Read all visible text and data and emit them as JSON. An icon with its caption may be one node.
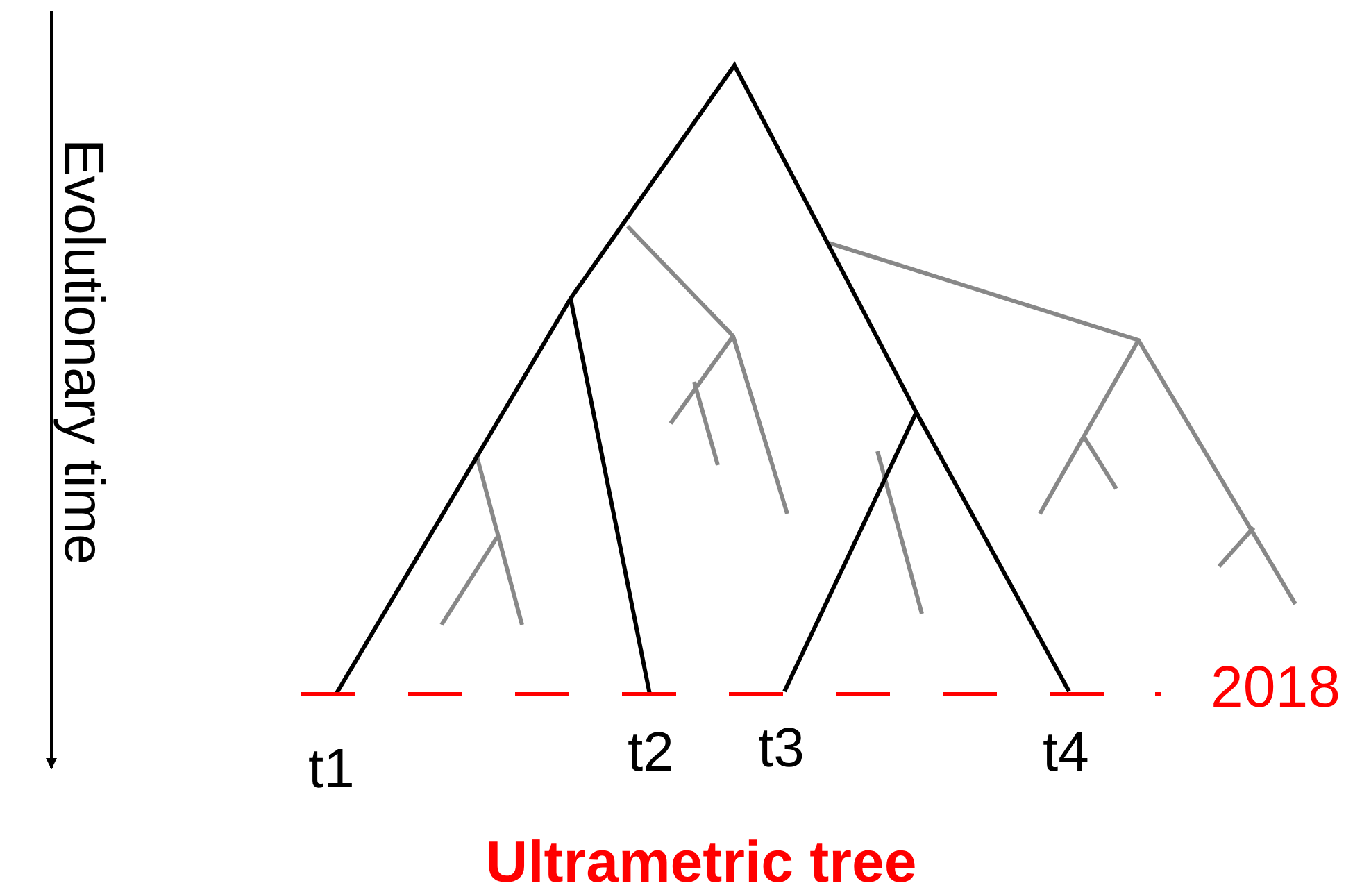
{
  "diagram": {
    "caption": "Ultrametric tree",
    "labels": [
      "Evolutionary time",
      "2018",
      "t1",
      "t2",
      "t3",
      "t4"
    ]
  }
}
